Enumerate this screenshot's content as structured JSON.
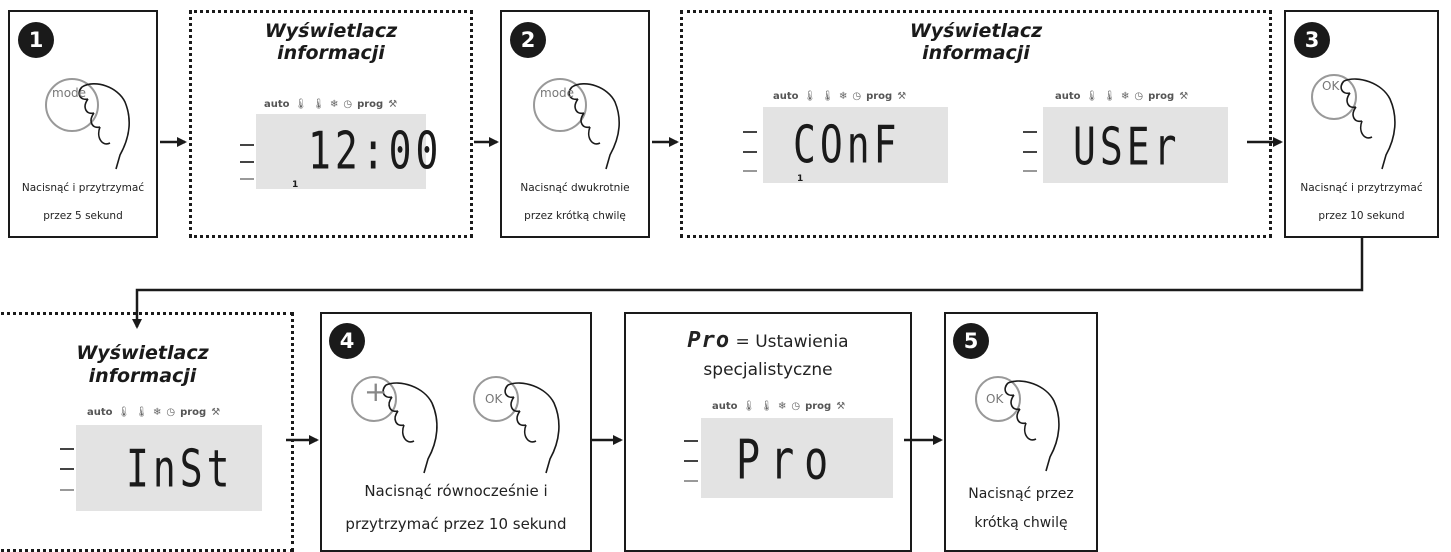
{
  "steps": {
    "s1": "1",
    "s2": "2",
    "s3": "3",
    "s4": "4",
    "s5": "5"
  },
  "buttons": {
    "mode": "mode",
    "ok": "OK",
    "plus": "+"
  },
  "display_title_line1": "Wyświetlacz",
  "display_title_line2": "informacji",
  "lcd_icons": {
    "auto": "auto",
    "prog": "prog",
    "icon_names": [
      "thermometer-comfort-icon",
      "thermometer-eco-icon",
      "snowflake-icon",
      "clock-icon",
      "tools-icon"
    ]
  },
  "lcd": {
    "time": "12:00",
    "conf": "COnF",
    "user": "USEr",
    "inst": "InSt",
    "pro": "Pro",
    "small_index": "1"
  },
  "captions": {
    "step1_line1": "Nacisnąć i przytrzymać",
    "step1_line2": "przez 5 sekund",
    "step2_line1": "Nacisnąć dwukrotnie",
    "step2_line2": "przez krótką chwilę",
    "step3_line1": "Nacisnąć i przytrzymać",
    "step3_line2": "przez 10 sekund",
    "step4_line1": "Nacisnąć równocześnie i",
    "step4_line2": "przytrzymać przez 10 sekund",
    "step5_line1": "Nacisnąć przez",
    "step5_line2": "krótką chwilę"
  },
  "pro_box": {
    "code": "Pro",
    "title_rest": "= Ustawienia",
    "title_line2": "specjalistyczne"
  }
}
